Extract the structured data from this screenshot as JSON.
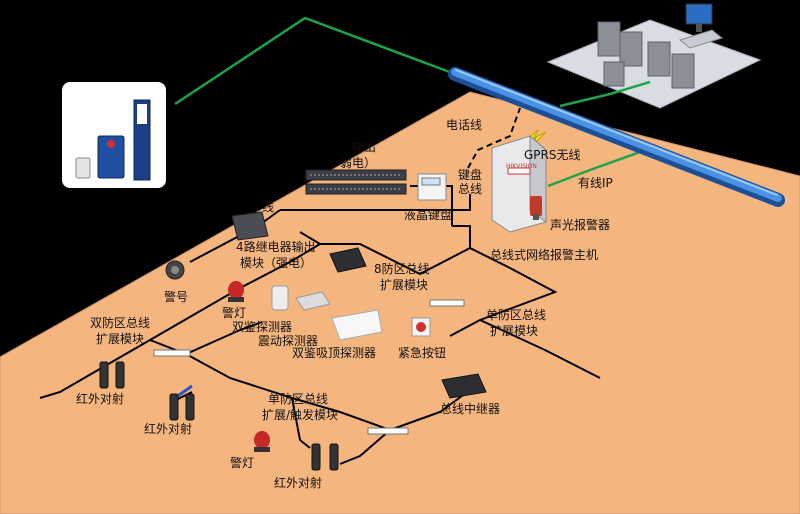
{
  "labels": {
    "phone_line": "电话线",
    "gprs": "GPRS无线",
    "wired_ip": "有线IP",
    "keypad_bus": "键盘\n总线",
    "lcd_keypad": "液晶键盘",
    "sound_light_alarm": "声光报警器",
    "main_host": "总线式网络报警主机",
    "relay8_line1": "输出",
    "relay8_line2": "弱电）",
    "bus_fragment": "线",
    "relay4_line1": "4路继电器输出",
    "relay4_line2": "模块（强电）",
    "zone8_line1": "8防区总线",
    "zone8_line2": "扩展模块",
    "siren": "警号",
    "alarm_light_1": "警灯",
    "dual_detector": "双鉴探测器",
    "vibration_detector": "震动探测器",
    "dual_ceiling_detector": "双鉴吸顶探测器",
    "emergency_button": "紧急按钮",
    "single_zone_line1": "单防区总线",
    "single_zone_line2": "扩展模块",
    "dual_zone_line1": "双防区总线",
    "dual_zone_line2": "扩展模块",
    "infrared_1": "红外对射",
    "infrared_2": "红外对射",
    "infrared_3": "红外对射",
    "single_trigger_line1": "单防区总线",
    "single_trigger_line2": "扩展/触发模块",
    "bus_repeater": "总线中继器",
    "alarm_light_2": "警灯",
    "host_brand": "HIKVISION"
  },
  "colors": {
    "floor": "#F5B57F",
    "bus_line": "#000000",
    "network_line": "#1FA34A",
    "pipe": "#3A7FD0"
  }
}
